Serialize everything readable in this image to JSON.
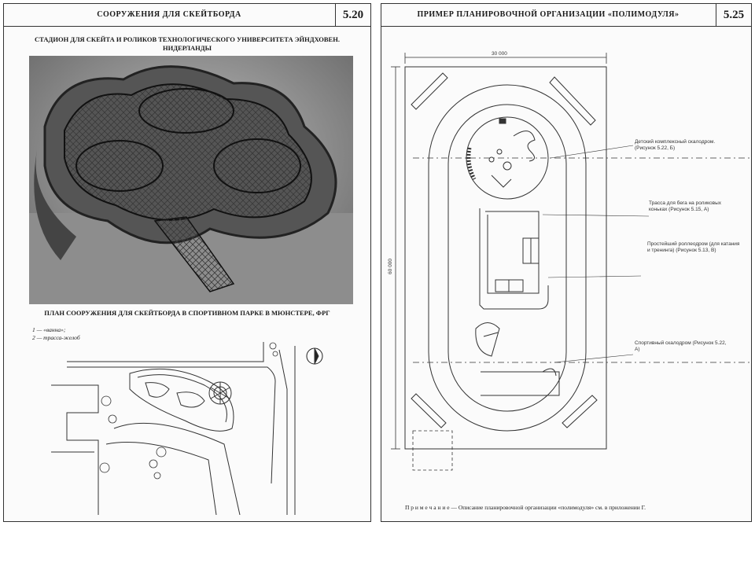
{
  "left_page": {
    "header_title": "СООРУЖЕНИЯ ДЛЯ СКЕЙТБОРДА",
    "page_number": "5.20",
    "photo_caption": "СТАДИОН ДЛЯ СКЕЙТА И РОЛИКОВ ТЕХНОЛОГИЧЕСКОГО УНИВЕРСИТЕТА ЭЙНДХОВЕН. НИДЕРЛАНДЫ",
    "plan_caption": "ПЛАН СООРУЖЕНИЯ ДЛЯ СКЕЙТБОРДА В СПОРТИВНОМ ПАРКЕ В МЮНСТЕРЕ, ФРГ",
    "legend": [
      "1 — «ванна»;",
      "2 — трасса-желоб"
    ]
  },
  "right_page": {
    "header_title": "ПРИМЕР ПЛАНИРОВОЧНОЙ ОРГАНИЗАЦИИ «ПОЛИМОДУЛЯ»",
    "page_number": "5.25",
    "dimension_width": "30 000",
    "dimension_height": "60 000",
    "labels": [
      "Детский комплексный скалодром. (Рисунок 5.22, Б)",
      "Трасса для бега на роликовых коньках (Рисунок 5.15, А)",
      "Простейший роллеодром (для катания и тренинга) (Рисунок 5.13, В)",
      "Спортивный скалодром (Рисунок 5.22, А)"
    ],
    "note": "П р и м е ч а н и е — Описание планировочной организации «полимодуля» см. в приложении Г."
  }
}
